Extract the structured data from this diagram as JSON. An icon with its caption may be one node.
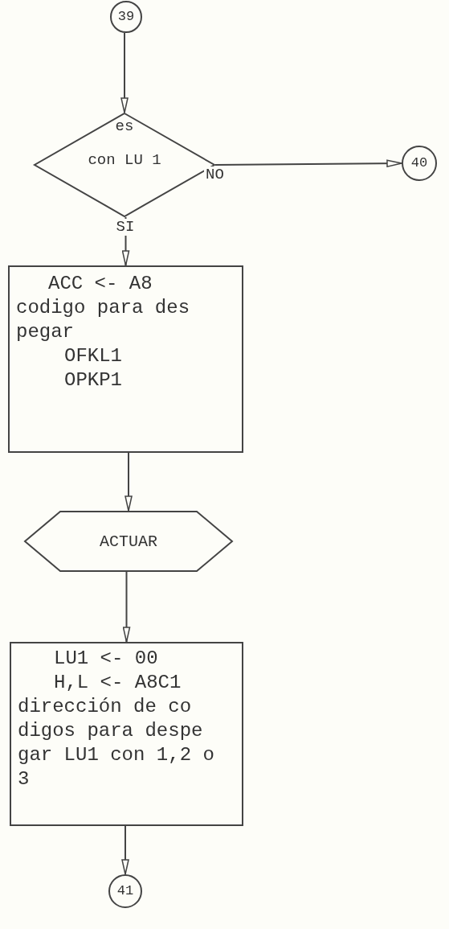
{
  "diagram": {
    "nodes": [
      {
        "text": [
          "39"
        ]
      },
      {
        "text": [
          "es",
          "con LU 1"
        ]
      },
      {
        "text": [
          "40"
        ]
      },
      {
        "text": [
          "ACC <- A8",
          "codigo para des pegar",
          "OFKL1",
          "OPKP1"
        ]
      },
      {
        "text": [
          "ACTUAR"
        ]
      },
      {
        "text": [
          "LU1 <- 00",
          "H,L <- A8C1",
          "dirección de co digos para despe gar LU1 con 1,2 o 3"
        ]
      },
      {
        "text": [
          "41"
        ]
      }
    ],
    "edges": [
      {
        "from": 0,
        "to": 1,
        "arrow": "to"
      },
      {
        "from": 1,
        "to": 2,
        "arrow": "to",
        "label": "NO"
      },
      {
        "from": 1,
        "to": 3,
        "arrow": "to",
        "label": "SI"
      },
      {
        "from": 3,
        "to": 4,
        "arrow": "to"
      },
      {
        "from": 4,
        "to": 5,
        "arrow": "to"
      },
      {
        "from": 5,
        "to": 6,
        "arrow": "to"
      }
    ]
  }
}
